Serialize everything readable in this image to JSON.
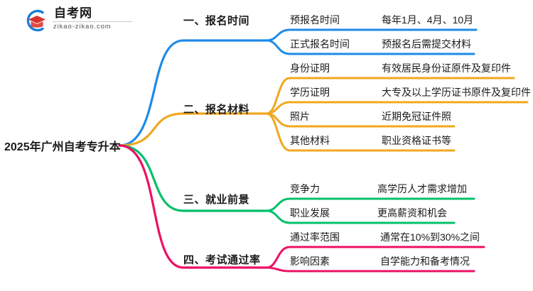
{
  "logo": {
    "name": "自考网",
    "url": "zikao-zikao.com",
    "mark_blue": "#1b7fd4",
    "mark_red": "#d8332f"
  },
  "mindmap": {
    "root": "2025年广州自考专升本",
    "colors": {
      "branch1": "#1e8ae8",
      "branch2": "#f0a81e",
      "branch3": "#00c06a",
      "branch4": "#ec1064"
    },
    "branches": [
      {
        "label": "一、报名时间",
        "color": "#1e8ae8",
        "children": [
          {
            "key": "预报名时间",
            "value": "每年1月、4月、10月"
          },
          {
            "key": "正式报名时间",
            "value": "预报名后需提交材料"
          }
        ]
      },
      {
        "label": "二、报名材料",
        "color": "#f0a81e",
        "children": [
          {
            "key": "身份证明",
            "value": "有效居民身份证原件及复印件"
          },
          {
            "key": "学历证明",
            "value": "大专及以上学历证书原件及复印件"
          },
          {
            "key": "照片",
            "value": "近期免冠证件照"
          },
          {
            "key": "其他材料",
            "value": "职业资格证书等"
          }
        ]
      },
      {
        "label": "三、就业前景",
        "color": "#00c06a",
        "children": [
          {
            "key": "竞争力",
            "value": "高学历人才需求增加"
          },
          {
            "key": "职业发展",
            "value": "更高薪资和机会"
          }
        ]
      },
      {
        "label": "四、考试通过率",
        "color": "#ec1064",
        "children": [
          {
            "key": "通过率范围",
            "value": "通常在10%到30%之间"
          },
          {
            "key": "影响因素",
            "value": "自学能力和备考情况"
          }
        ]
      }
    ]
  }
}
